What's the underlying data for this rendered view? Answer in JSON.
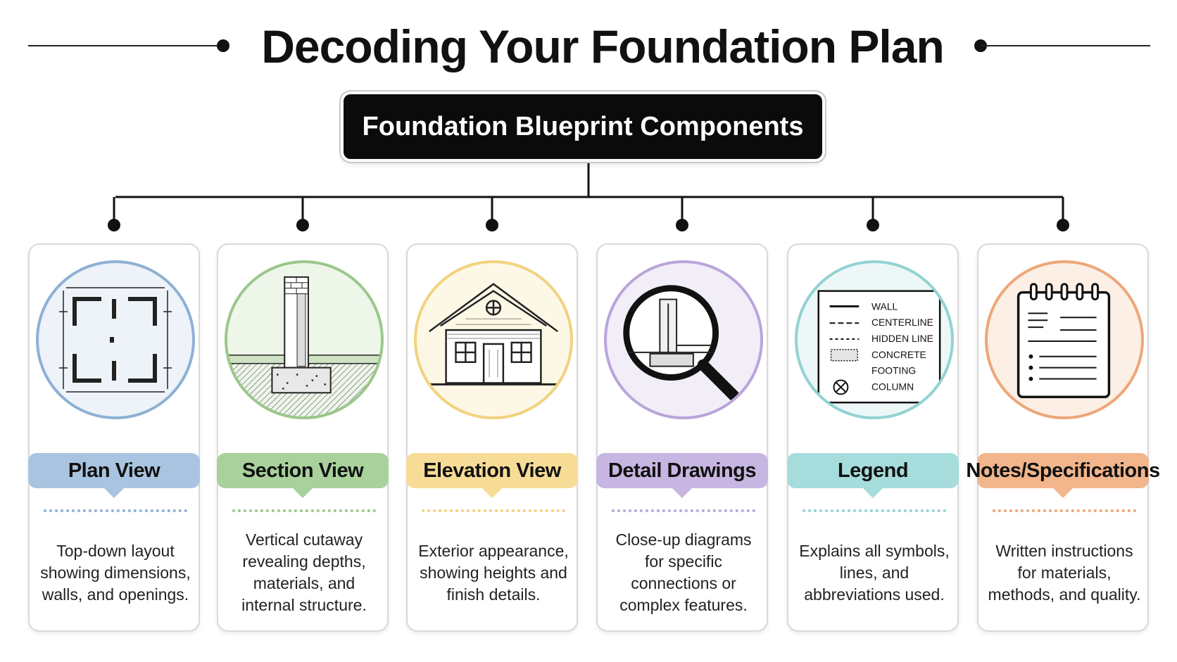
{
  "title": "Decoding Your Foundation Plan",
  "root": {
    "label": "Foundation Blueprint Components"
  },
  "cards": [
    {
      "label": "Plan View",
      "description": "Top-down layout showing dimensions, walls, and openings.",
      "icon": "floor-plan-icon",
      "color": "#a9c4e0",
      "tint": "#eef3f9",
      "ring": "#8fb0d4"
    },
    {
      "label": "Section View",
      "description": "Vertical cutaway revealing depths, materials, and internal structure.",
      "icon": "section-cutaway-icon",
      "color": "#a9d19c",
      "tint": "#eef6ea",
      "ring": "#9bc78c"
    },
    {
      "label": "Elevation View",
      "description": "Exterior appearance, showing heights and finish details.",
      "icon": "house-elevation-icon",
      "color": "#f7dc97",
      "tint": "#fdf7e6",
      "ring": "#f2d27f"
    },
    {
      "label": "Detail Drawings",
      "description": "Close-up diagrams for specific connections or complex features.",
      "icon": "magnifier-detail-icon",
      "color": "#c7b6e1",
      "tint": "#f2eef8",
      "ring": "#b9a5da"
    },
    {
      "label": "Legend",
      "description": "Explains all symbols, lines, and abbreviations used.",
      "icon": "legend-symbols-icon",
      "color": "#a6dcdc",
      "tint": "#edf7f7",
      "ring": "#92d2d2"
    },
    {
      "label": "Notes/Specifications",
      "description": "Written instructions for materials, methods, and quality.",
      "icon": "notepad-icon",
      "color": "#f2b58c",
      "tint": "#fcefe6",
      "ring": "#eea677"
    }
  ],
  "legend_items": [
    "WALL",
    "CENTERLINE",
    "HIDDEN LINE",
    "CONCRETE",
    "FOOTING",
    "COLUMN"
  ]
}
